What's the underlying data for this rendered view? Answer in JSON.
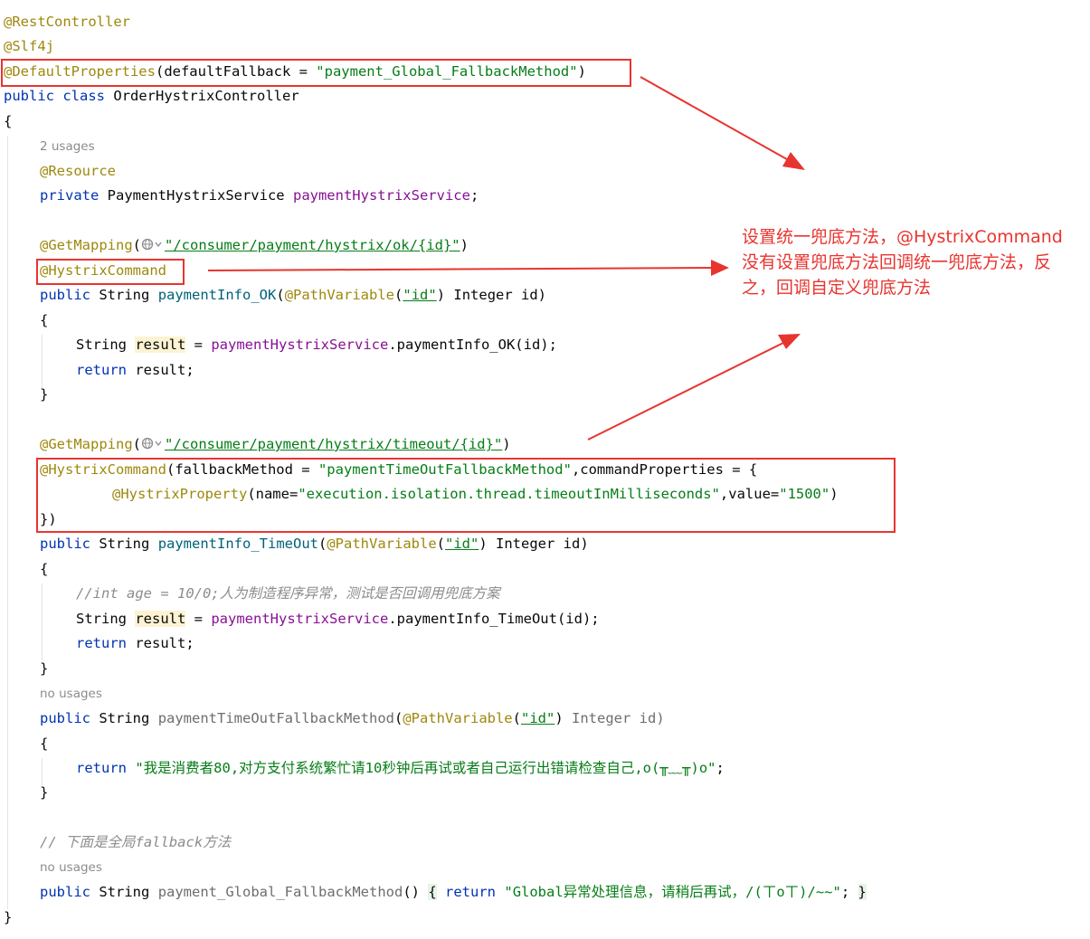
{
  "code": {
    "l1": "@RestController",
    "l2": "@Slf4j",
    "l3": {
      "ann": "@DefaultProperties",
      "open": "(defaultFallback = ",
      "str": "\"payment_Global_FallbackMethod\"",
      "close": ")"
    },
    "l4": {
      "kw1": "public",
      "kw2": "class",
      "name": "OrderHystrixController"
    },
    "brace_open": "{",
    "brace_close": "}",
    "usages_2": "2 usages",
    "no_usages": "no usages",
    "resource": "@Resource",
    "field_line": {
      "kw": "private",
      "type": "PaymentHystrixService",
      "field": "paymentHystrixService",
      "semi": ";"
    },
    "get_mapping": "@GetMapping",
    "ok_path": "\"/consumer/payment/hystrix/ok/{id}\"",
    "timeout_path": "\"/consumer/payment/hystrix/timeout/{id}\"",
    "hystrix_command": "@HystrixCommand",
    "public_kw": "public",
    "string_type": "String",
    "return_kw": "return",
    "path_variable": "@PathVariable",
    "id_str": "\"id\"",
    "integer_id": " Integer id)",
    "ok_method": "paymentInfo_OK",
    "ok_call": "paymentInfo_OK(id);",
    "timeout_method": "paymentInfo_TimeOut",
    "timeout_call": "paymentInfo_TimeOut(id);",
    "service_ref": "paymentHystrixService",
    "result_var": "result",
    "return_result": " result;",
    "hc2": {
      "open": "(fallbackMethod = ",
      "str": "\"paymentTimeOutFallbackMethod\"",
      "rest": ",commandProperties = {"
    },
    "hp": {
      "ann": "@HystrixProperty",
      "open": "(name=",
      "str1": "\"execution.isolation.thread.timeoutInMilliseconds\"",
      "mid": ",value=",
      "str2": "\"1500\"",
      "close": ")"
    },
    "hc_close": "})",
    "comment1": "//int age = 10/0;人为制造程序异常，测试是否回调用兜底方案",
    "fb_method": "paymentTimeOutFallbackMethod",
    "fb_return_str": "\"我是消费者80,对方支付系统繁忙请10秒钟后再试或者自己运行出错请检查自己,o(╥﹏╥)o\"",
    "comment2": "// 下面是全局fallback方法",
    "global_method": "payment_Global_FallbackMethod",
    "global_parens": "()",
    "global_return_str": "\"Global异常处理信息，请稍后再试，/(ㄒoㄒ)/~~\""
  },
  "note": {
    "line1": "设置统一兜底方法，@HystrixCommand",
    "line2": "没有设置兜底方法回调统一兜底方法，反",
    "line3": "之，回调自定义兜底方法"
  },
  "colors": {
    "annotation": "#9e880d",
    "keyword": "#0033b3",
    "string": "#067d17",
    "field": "#871094",
    "method": "#00627a",
    "comment": "#8c8c8c",
    "highlight_red": "#e8342f"
  }
}
